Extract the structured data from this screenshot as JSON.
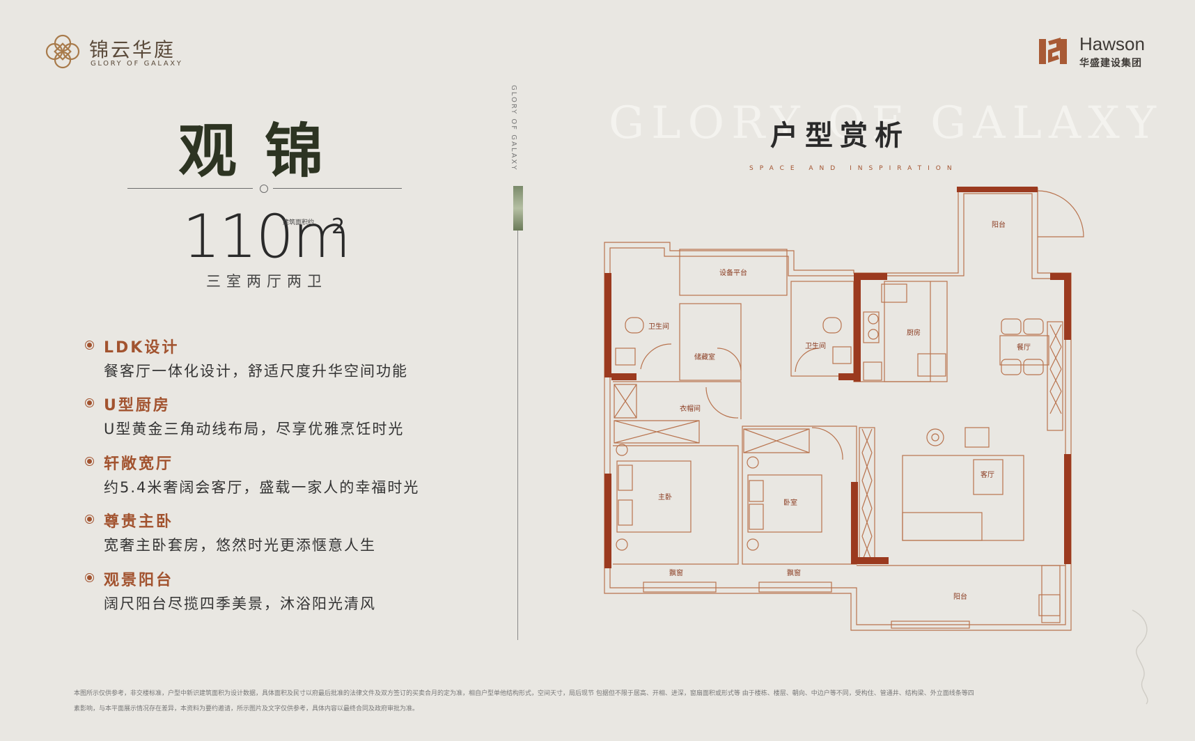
{
  "brand": {
    "name_cn": "锦云华庭",
    "name_en": "GLORY OF GALAXY"
  },
  "developer": {
    "name_en": "Hawson",
    "name_cn": "华盛建设集团"
  },
  "unit": {
    "title": "观锦",
    "area_value": "110m",
    "area_superscript": "2",
    "area_note": "建筑面积约",
    "layout": "三室两厅两卫"
  },
  "features": [
    {
      "title": "LDK设计",
      "desc": "餐客厅一体化设计，舒适尺度升华空间功能"
    },
    {
      "title": "U型厨房",
      "desc": "U型黄金三角动线布局，尽享优雅烹饪时光"
    },
    {
      "title": "轩敞宽厅",
      "desc": "约5.4米奢阔会客厅，盛载一家人的幸福时光"
    },
    {
      "title": "尊贵主卧",
      "desc": "宽奢主卧套房，悠然时光更添惬意人生"
    },
    {
      "title": "观景阳台",
      "desc": "阔尺阳台尽揽四季美景，沐浴阳光清风"
    }
  ],
  "vertical_text": "GLORY OF GALAXY",
  "plan": {
    "bg_text": "GLORY OF GALAXY",
    "heading": "户型赏析",
    "subheading": "SPACE AND INSPIRATION",
    "rooms": {
      "balcony_top": "阳台",
      "equipment": "设备平台",
      "bath_left": "卫生间",
      "storage": "储藏室",
      "bath_mid": "卫生间",
      "kitchen": "厨房",
      "dining": "餐厅",
      "cloakroom": "衣帽间",
      "master": "主卧",
      "bedroom": "卧室",
      "living": "客厅",
      "bay_left": "飘窗",
      "bay_mid": "飘窗",
      "balcony_bottom": "阳台"
    }
  },
  "disclaimer": {
    "line1": "本图所示仅供参考，非交楼标准，户型中新识建筑面积为设计数据，具体面积及民寸以府最后批准的法律文件及双方签订的买卖合月的定为准，相自户型单他结构形式，空间天寸，局后现节 包据但不限于居高、开相、进深，窗扇面积或形式等 由于楼栋、楼层、朝向、中边户等不同，受构住、管通井、结构梁、外立面线条等四",
    "line2": "素影响，与本平面展示情况存在差异，本资料为要约邀请，所示图片及文字仅供参考，具体内容以最终合同及政府审批为准。"
  },
  "colors": {
    "accent": "#a2532f",
    "wall": "#9b3a1f",
    "line": "#b8734e",
    "background": "#e9e7e2"
  }
}
